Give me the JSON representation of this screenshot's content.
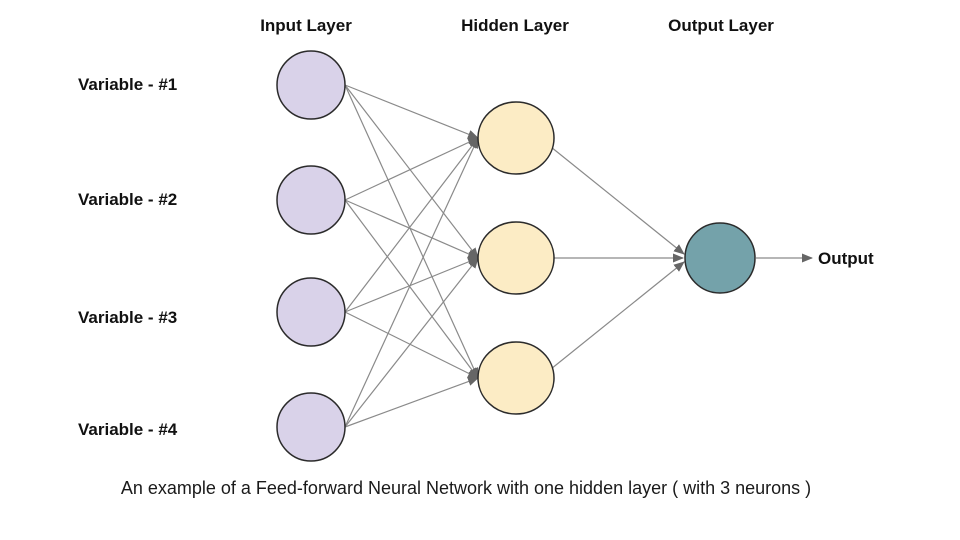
{
  "diagram": {
    "layer_titles": {
      "input": "Input Layer",
      "hidden": "Hidden Layer",
      "output": "Output Layer"
    },
    "input_labels": [
      "Variable - #1",
      "Variable - #2",
      "Variable - #3",
      "Variable - #4"
    ],
    "output_label": "Output",
    "caption": "An example of a Feed-forward Neural Network with one hidden layer ( with 3 neurons )",
    "node_counts": {
      "input": 4,
      "hidden": 3,
      "output": 1
    },
    "colors": {
      "input_node_fill": "#d9d2e9",
      "hidden_node_fill": "#fcecc5",
      "output_node_fill": "#74a2aa",
      "node_stroke": "#2b2b2b",
      "edge": "#8a8a8a",
      "arrowhead": "#666666"
    }
  }
}
